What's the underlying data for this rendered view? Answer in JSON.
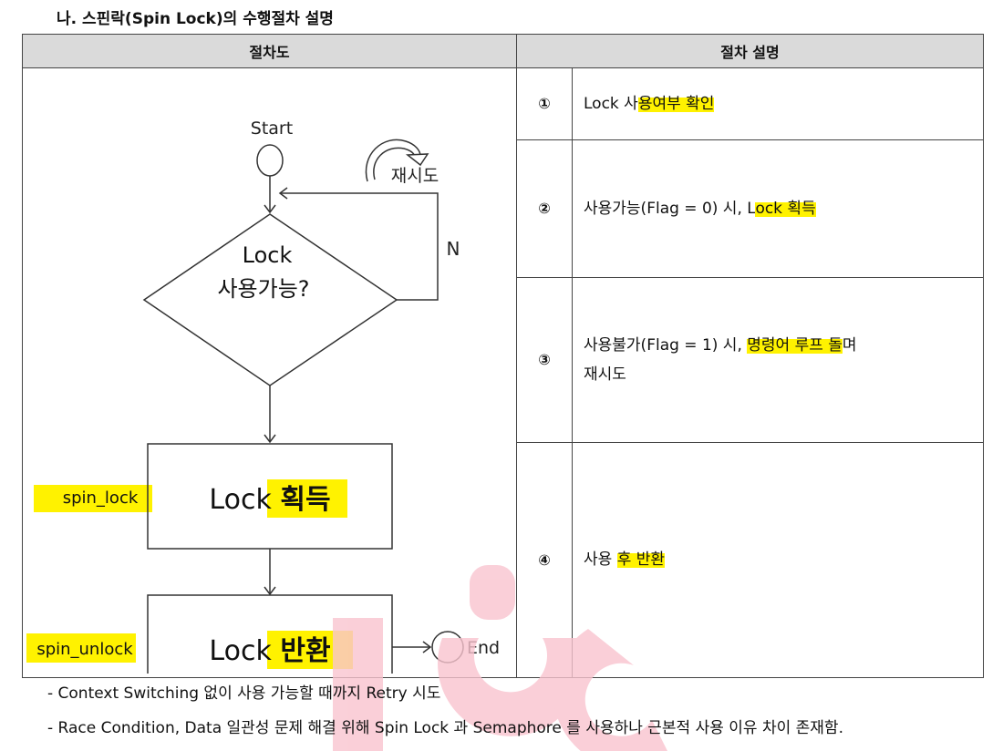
{
  "heading": "나. 스핀락(Spin Lock)의 수행절차 설명",
  "table": {
    "col_chart": "절차도",
    "col_desc": "절차 설명",
    "steps": [
      {
        "num": "①",
        "text": "Lock 사용여부 확인",
        "hl": "용여부 확인"
      },
      {
        "num": "②",
        "text_pre": "사용가능(Flag = 0) 시, L",
        "hl": "ock 획득"
      },
      {
        "num": "③",
        "text_pre": "사용불가(Flag = 1) 시, ",
        "hl": "명령어 루프 돌",
        "text_post": "며",
        "line2": "재시도"
      },
      {
        "num": "④",
        "text_pre": "사용 ",
        "hl": "후 반환"
      }
    ]
  },
  "flowchart": {
    "start": "Start",
    "retry": "재시도",
    "no": "N",
    "decision_line1": "Lock",
    "decision_line2_hl": "사용가능",
    "decision_line2_end": "?",
    "box1_plain": "Lock ",
    "box1_hl": "획득",
    "box2_plain": "Lock ",
    "box2_hl": "반환",
    "spin_lock": "spin_lock",
    "spin_unlock": "spin_unlock",
    "end": "End"
  },
  "notes": [
    "- Context Switching 없이 사용 가능할 때까지 Retry 시도",
    "- Race Condition, Data 일관성 문제 해결 위해 Spin Lock 과 Semaphore 를 사용하나 근본적 사용 이유 차이 존재함."
  ],
  "colors": {
    "highlight": "#fff200",
    "header_bg": "#dadada",
    "watermark": "#f9c4cf"
  }
}
